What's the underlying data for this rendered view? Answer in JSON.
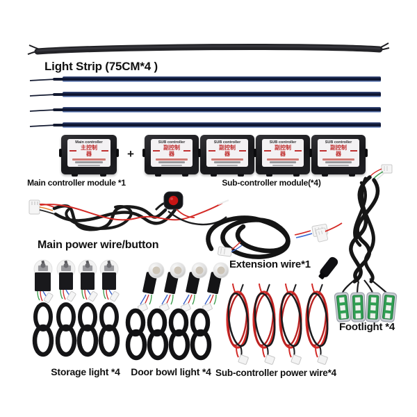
{
  "colors": {
    "background": "#ffffff",
    "text": "#101010",
    "strip_navy": "#0c1128",
    "strip_glow": "#5e7bb4",
    "module_body": "#19191c",
    "module_label_bg": "#f3f1f3",
    "module_red": "#c03030",
    "wire_black": "#171719",
    "wire_red": "#d42a26",
    "button_red": "#c81414",
    "footlight_green": "#2f9e52",
    "connector_white": "#f5f5f5"
  },
  "labels": {
    "light_strip": "Light Strip (75CM*4 )",
    "main_controller": "Main controller module *1",
    "sub_controller": "Sub-controller module(*4)",
    "plus": "+",
    "main_power": "Main power wire/button",
    "extension": "Extension wire*1",
    "footlight": "Footlight *4",
    "storage": "Storage light *4",
    "door_bowl": "Door bowl light *4",
    "sub_power": "Sub-controller power wire*4"
  },
  "modules": {
    "main": {
      "title": "Main controller",
      "subtitle": "主控制器"
    },
    "sub": {
      "title": "SUB controller",
      "subtitle": "副控制器"
    }
  }
}
